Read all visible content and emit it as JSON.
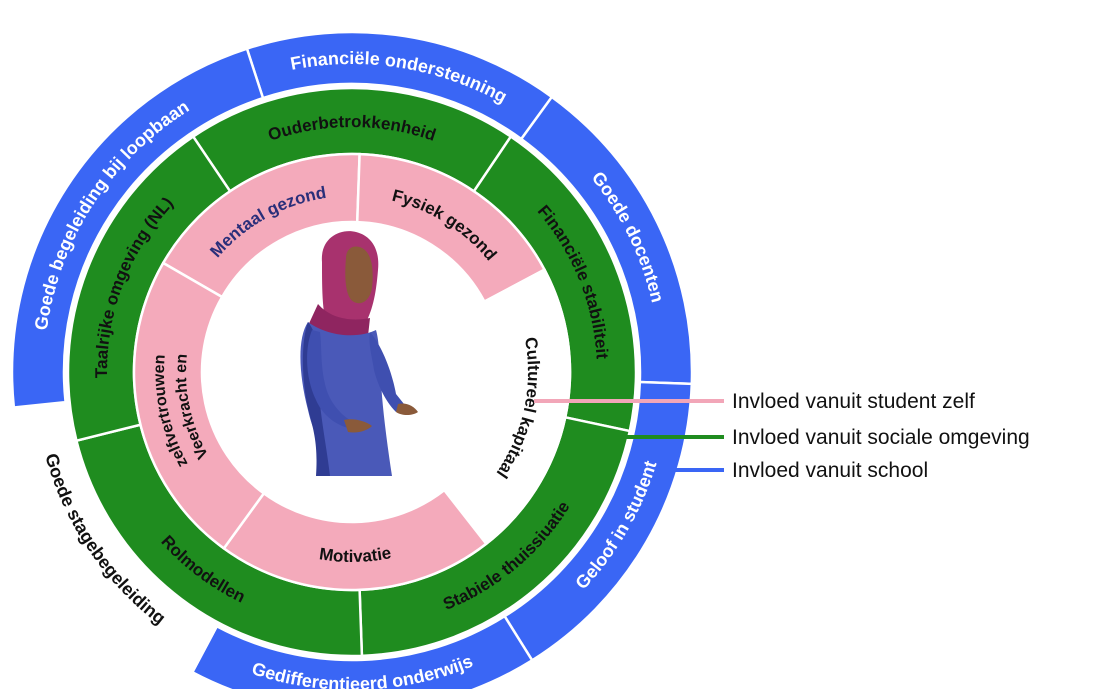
{
  "colors": {
    "school": "#3a66f5",
    "social": "#1f8c1f",
    "student": "#f4aabb",
    "divider": "#ffffff",
    "text_on_blue": "#ffffff",
    "text_on_green": "#111111",
    "text_on_pink_dark": "#111111",
    "text_on_pink_blue": "#2a2f7a",
    "legend_line_student": "#f2a6b8",
    "legend_line_social": "#1f8c1f",
    "legend_line_school": "#3a66f5"
  },
  "rings": {
    "school": {
      "segments": [
        {
          "label": "Financiële ondersteuning",
          "filled": true
        },
        {
          "label": "Goede docenten",
          "filled": true
        },
        {
          "label": "Geloof in student",
          "filled": true
        },
        {
          "label": "Gedifferentieerd onderwijs",
          "filled": true
        },
        {
          "label": "Goede stagebegeleiding",
          "filled": false
        },
        {
          "label": "Goede begeleiding bij loopbaan",
          "filled": true
        }
      ]
    },
    "social": {
      "segments": [
        {
          "label": "Ouderbetrokkenheid"
        },
        {
          "label": "Financiële stabiliteit"
        },
        {
          "label": "Stabiele thuissiuatie"
        },
        {
          "label": "Rolmodellen"
        },
        {
          "label": "Taalrijke omgeving (NL)"
        }
      ]
    },
    "student": {
      "segments": [
        {
          "label": "Mentaal gezond",
          "filled": true
        },
        {
          "label": "Fysiek gezond",
          "filled": true
        },
        {
          "label": "Cultureel kapitaal",
          "filled": false
        },
        {
          "label": "Motivatie",
          "filled": true
        },
        {
          "label": "Veerkracht en zelfvertrouwen",
          "filled": true
        }
      ]
    }
  },
  "legend": [
    {
      "label": "Invloed vanuit student zelf",
      "color_key": "legend_line_student"
    },
    {
      "label": "Invloed vanuit sociale omgeving",
      "color_key": "legend_line_social"
    },
    {
      "label": "Invloed vanuit school",
      "color_key": "legend_line_school"
    }
  ],
  "center_figure": {
    "icon": "student-figure-icon"
  }
}
